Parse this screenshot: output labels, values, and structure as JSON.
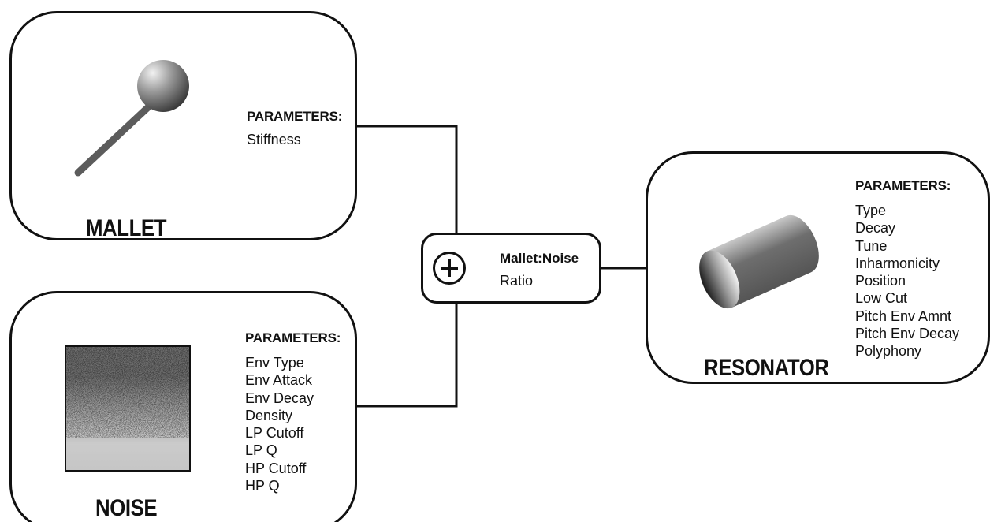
{
  "modules": {
    "mallet": {
      "title": "MALLET",
      "params_heading": "PARAMETERS:",
      "params": [
        "Stiffness"
      ],
      "icon": "mallet-icon"
    },
    "noise": {
      "title": "NOISE",
      "params_heading": "PARAMETERS:",
      "params": [
        "Env Type",
        "Env Attack",
        "Env Decay",
        "Density",
        "LP Cutoff",
        "LP Q",
        "HP Cutoff",
        "HP Q"
      ],
      "icon": "noise-texture-icon"
    },
    "resonator": {
      "title": "RESONATOR",
      "params_heading": "PARAMETERS:",
      "params": [
        "Type",
        "Decay",
        "Tune",
        "Inharmonicity",
        "Position",
        "Low Cut",
        "Pitch Env Amnt",
        "Pitch Env Decay",
        "Polyphony"
      ],
      "icon": "cylinder-icon"
    }
  },
  "mixer": {
    "heading": "Mallet:Noise",
    "sub": "Ratio",
    "icon": "plus-icon"
  },
  "colors": {
    "line": "#111111",
    "background": "#ffffff",
    "gray": "#6b6b6b"
  }
}
